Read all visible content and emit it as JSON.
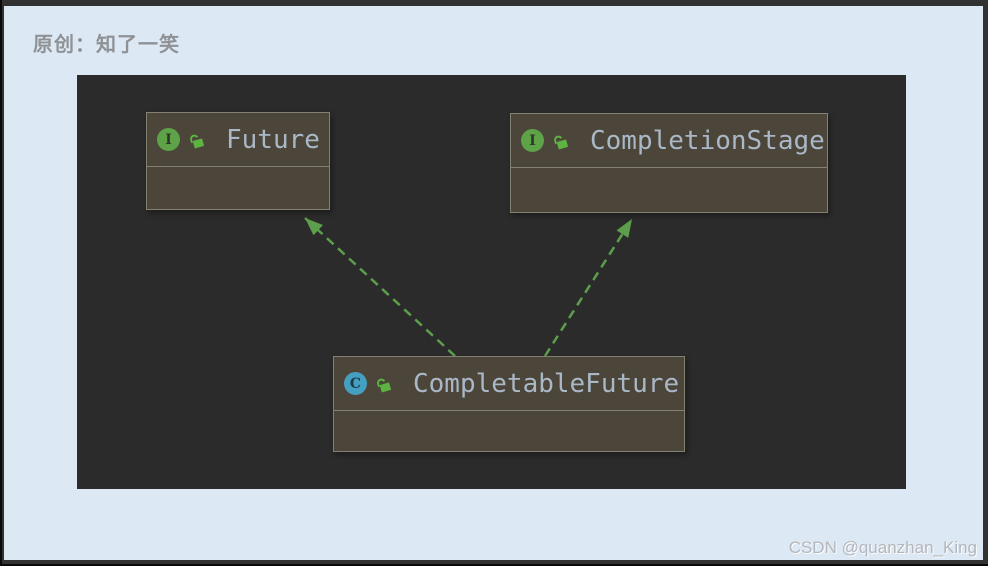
{
  "page": {
    "header_label": "原创：知了一笑",
    "watermark": "CSDN @quanzhan_King"
  },
  "diagram": {
    "nodes": [
      {
        "label": "Future",
        "kind": "interface",
        "icon_letter": "I",
        "visibility": "public-unlocked"
      },
      {
        "label": "CompletionStage",
        "kind": "interface",
        "icon_letter": "I",
        "visibility": "public-unlocked"
      },
      {
        "label": "CompletableFuture",
        "kind": "class",
        "icon_letter": "C",
        "visibility": "public-unlocked"
      }
    ],
    "edges": [
      {
        "from": "CompletableFuture",
        "to": "Future",
        "type": "implements",
        "style": "dashed-green-arrow"
      },
      {
        "from": "CompletableFuture",
        "to": "CompletionStage",
        "type": "implements",
        "style": "dashed-green-arrow"
      }
    ],
    "colors": {
      "page_bg": "#dce9f5",
      "frame": "#323232",
      "panel_bg": "#2b2b2b",
      "node_fill": "#4b4639",
      "node_border": "#83816f",
      "label_text": "#a9b7c6",
      "arrow_green": "#5c9e4b",
      "interface_icon_green": "#5fa348",
      "class_icon_blue": "#459fc1",
      "lock_green": "#5eb442",
      "header_text": "#8f9195",
      "watermark_text": "#b3b7bb"
    }
  }
}
